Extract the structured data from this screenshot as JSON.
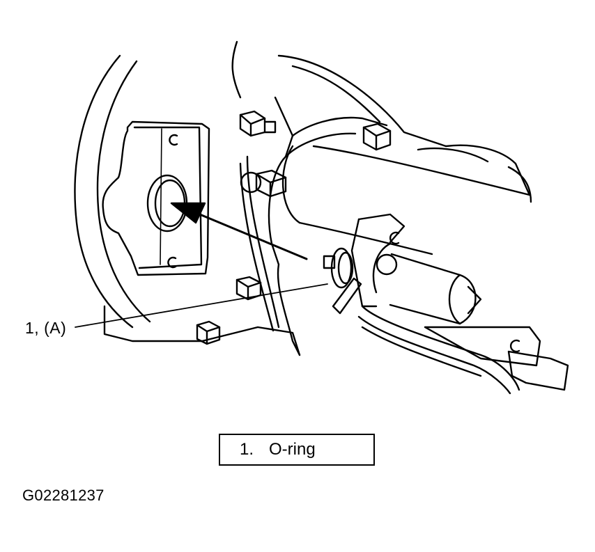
{
  "callout": {
    "label": "1, (A)"
  },
  "legend": {
    "items": [
      {
        "number": "1.",
        "text": "O-ring"
      }
    ]
  },
  "figure_code": "G02281237",
  "colors": {
    "line": "#000000",
    "background": "#ffffff"
  }
}
